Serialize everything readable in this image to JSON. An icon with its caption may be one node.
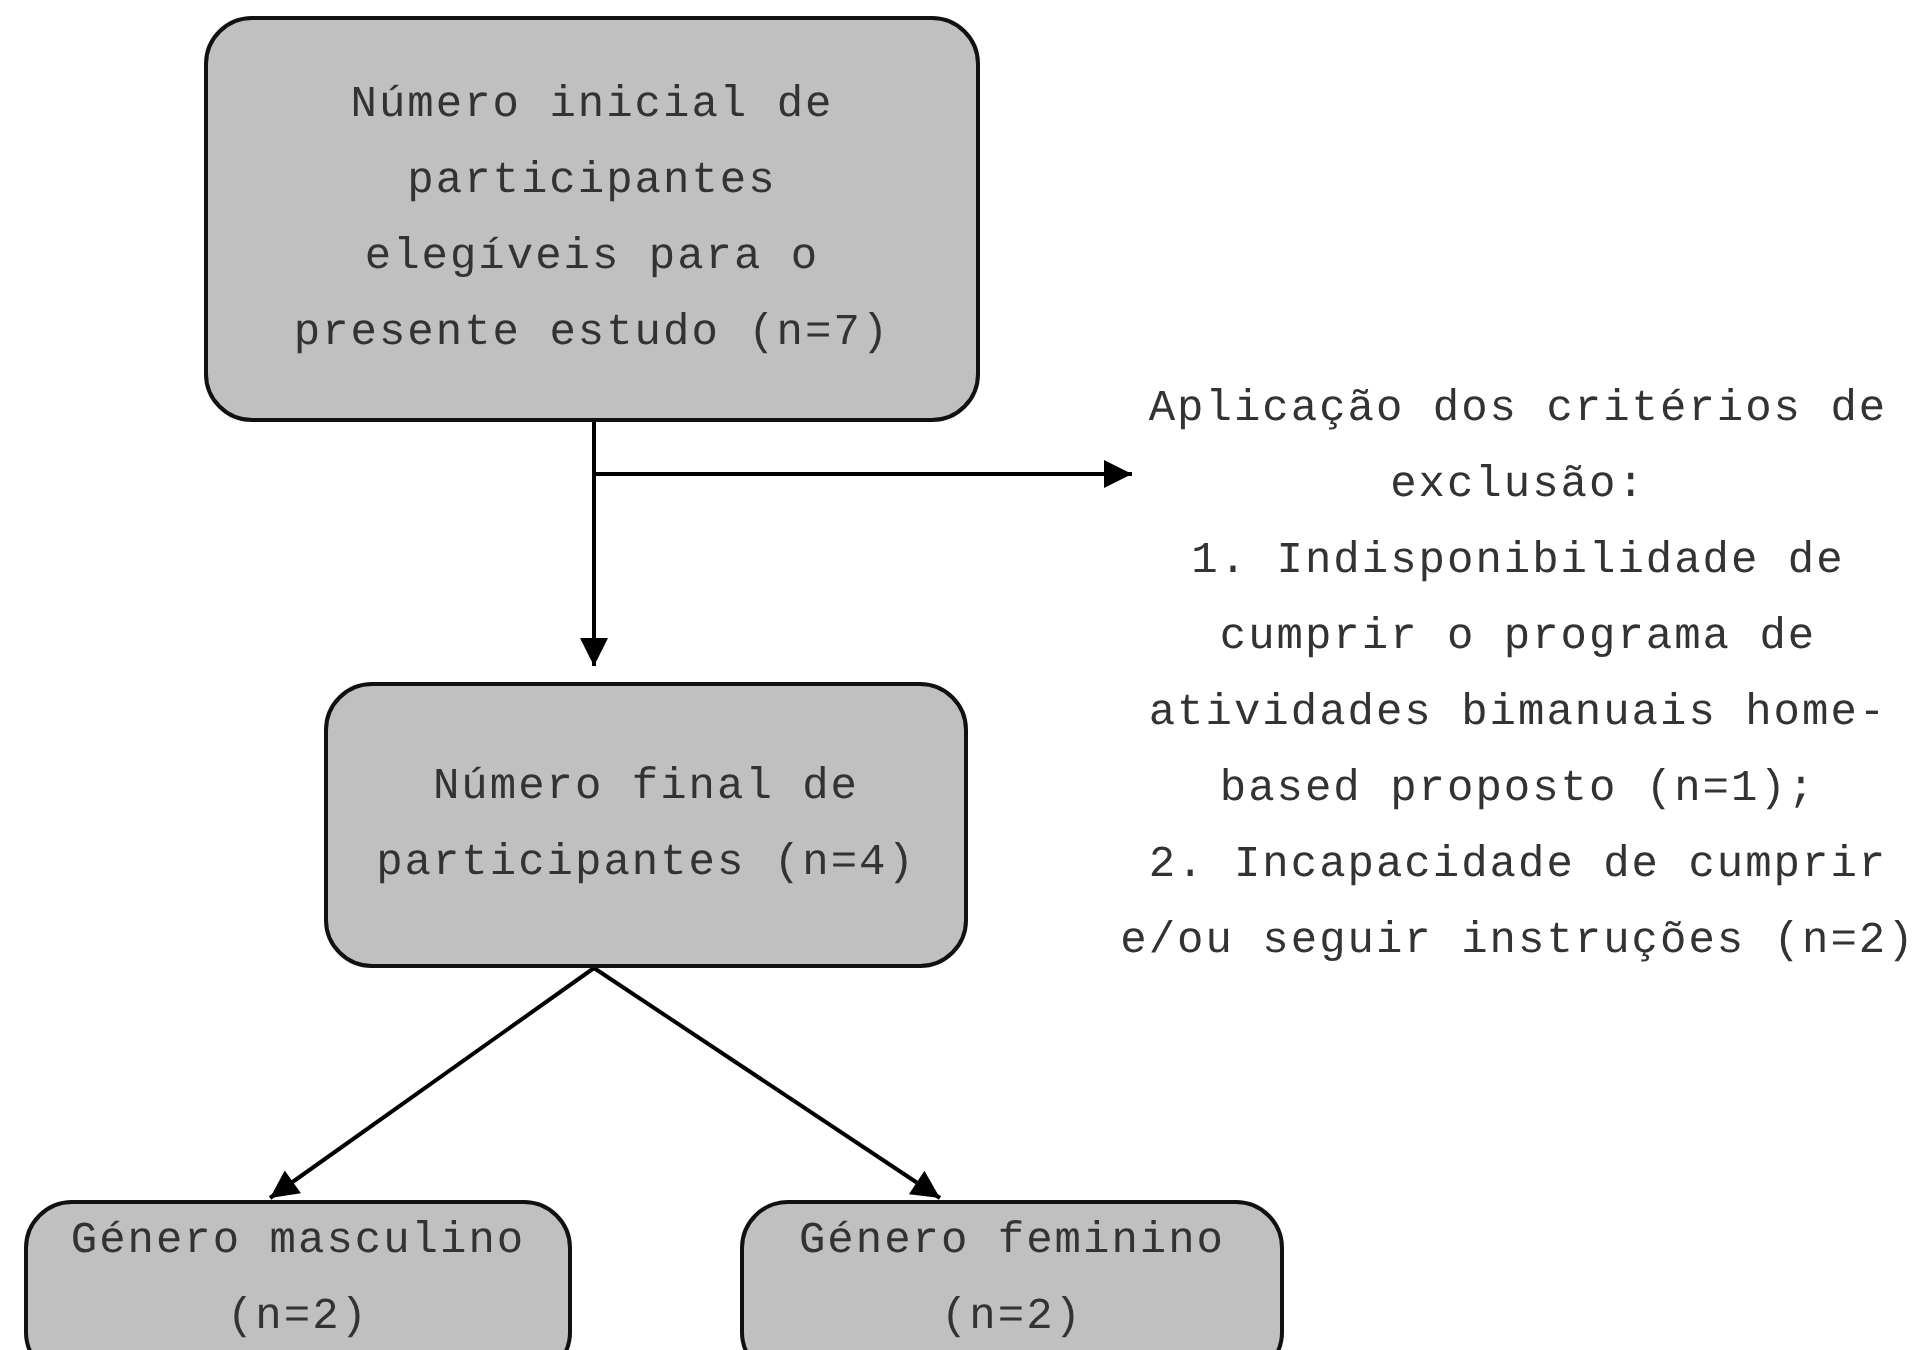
{
  "diagram": {
    "nodes": [
      {
        "text": [
          "Número inicial de participantes elegíveis para o presente estudo (n=7)"
        ]
      },
      {
        "text": [
          "Número final de participantes (n=4)"
        ]
      },
      {
        "text": [
          "Género masculino (n=2)"
        ]
      },
      {
        "text": [
          "Género feminino (n=2)"
        ]
      },
      {
        "text": [
          "Aplicação dos critérios de exclusão:",
          "1. Indisponibilidade de cumprir o programa de atividades bimanuais home-based proposto (n=1);",
          "2. Incapacidade de cumprir e/ou seguir instruções (n=2)"
        ]
      }
    ],
    "edges": [
      {
        "from": 0,
        "to": 1,
        "arrow": "to"
      },
      {
        "from": 0,
        "to": 4,
        "arrow": "to"
      },
      {
        "from": 1,
        "to": 2,
        "arrow": "to"
      },
      {
        "from": 1,
        "to": 3,
        "arrow": "to"
      }
    ]
  }
}
